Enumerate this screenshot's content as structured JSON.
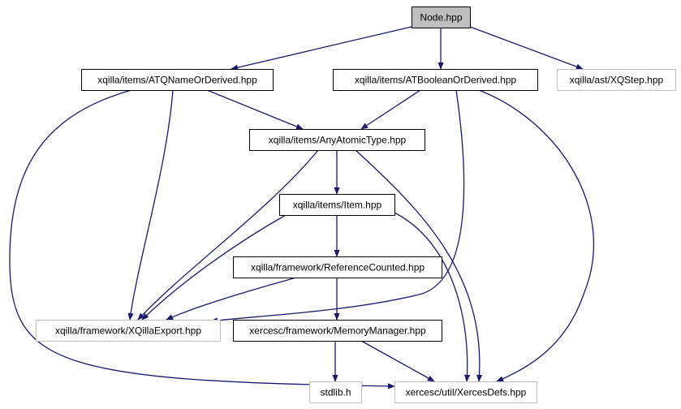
{
  "diagram": {
    "nodes": [
      {
        "id": "node",
        "label": "Node.hpp",
        "style": "root"
      },
      {
        "id": "atqname",
        "label": "xqilla/items/ATQNameOrDerived.hpp",
        "style": "normal"
      },
      {
        "id": "atbool",
        "label": "xqilla/items/ATBooleanOrDerived.hpp",
        "style": "normal"
      },
      {
        "id": "xqstep",
        "label": "xqilla/ast/XQStep.hpp",
        "style": "external"
      },
      {
        "id": "anyatomic",
        "label": "xqilla/items/AnyAtomicType.hpp",
        "style": "normal"
      },
      {
        "id": "item",
        "label": "xqilla/items/Item.hpp",
        "style": "normal"
      },
      {
        "id": "refcount",
        "label": "xqilla/framework/ReferenceCounted.hpp",
        "style": "normal"
      },
      {
        "id": "xqillaexport",
        "label": "xqilla/framework/XQillaExport.hpp",
        "style": "external"
      },
      {
        "id": "memmgr",
        "label": "xercesc/framework/MemoryManager.hpp",
        "style": "normal"
      },
      {
        "id": "stdlib",
        "label": "stdlib.h",
        "style": "external"
      },
      {
        "id": "xercesdefs",
        "label": "xercesc/util/XercesDefs.hpp",
        "style": "external"
      }
    ],
    "edges": [
      {
        "from": "node",
        "to": "atqname"
      },
      {
        "from": "node",
        "to": "atbool"
      },
      {
        "from": "node",
        "to": "xqstep"
      },
      {
        "from": "atqname",
        "to": "anyatomic"
      },
      {
        "from": "atqname",
        "to": "xqillaexport"
      },
      {
        "from": "atqname",
        "to": "xercesdefs"
      },
      {
        "from": "atbool",
        "to": "anyatomic"
      },
      {
        "from": "atbool",
        "to": "xqillaexport"
      },
      {
        "from": "atbool",
        "to": "xercesdefs"
      },
      {
        "from": "anyatomic",
        "to": "item"
      },
      {
        "from": "anyatomic",
        "to": "xqillaexport"
      },
      {
        "from": "anyatomic",
        "to": "xercesdefs"
      },
      {
        "from": "item",
        "to": "refcount"
      },
      {
        "from": "item",
        "to": "xqillaexport"
      },
      {
        "from": "item",
        "to": "xercesdefs"
      },
      {
        "from": "refcount",
        "to": "xqillaexport"
      },
      {
        "from": "refcount",
        "to": "memmgr"
      },
      {
        "from": "memmgr",
        "to": "stdlib"
      },
      {
        "from": "memmgr",
        "to": "xercesdefs"
      }
    ],
    "colors": {
      "edge": "#191970",
      "root_fill": "#bfbfbf",
      "root_border": "#000000",
      "normal_fill": "#ffffff",
      "normal_border": "#000000",
      "external_fill": "#ffffff",
      "external_border": "#bfbfbf",
      "external_text": "#000000"
    }
  }
}
